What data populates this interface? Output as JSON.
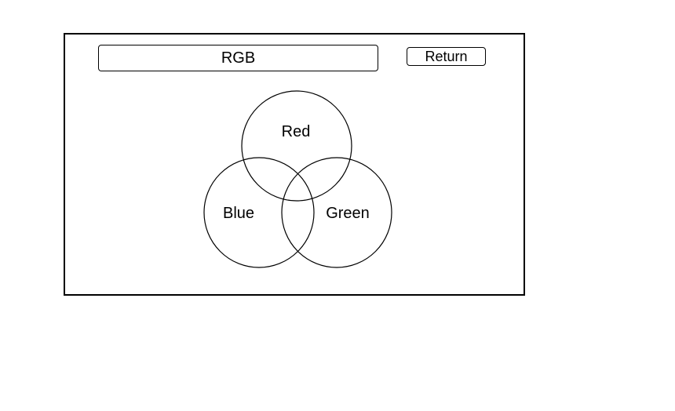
{
  "header": {
    "title": "RGB",
    "return_label": "Return"
  },
  "venn": {
    "sets": [
      {
        "id": "red",
        "label": "Red"
      },
      {
        "id": "blue",
        "label": "Blue"
      },
      {
        "id": "green",
        "label": "Green"
      }
    ]
  },
  "colors": {
    "border": "#000000",
    "background": "#ffffff",
    "text": "#000000"
  }
}
